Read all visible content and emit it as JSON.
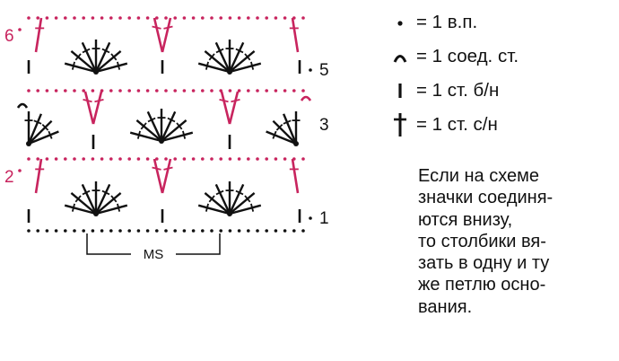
{
  "colors": {
    "pink": "#c8245e",
    "black": "#111111"
  },
  "diagram": {
    "row_labels": {
      "row1": "1",
      "row2": "2",
      "row3": "3",
      "row5": "5",
      "row6": "6"
    },
    "repeat_label": "MS"
  },
  "legend": [
    {
      "icon": "chain-stitch-dot-icon",
      "text": "= 1 в.п."
    },
    {
      "icon": "slip-stitch-arc-icon",
      "text": "= 1 соед. ст."
    },
    {
      "icon": "single-crochet-bar-icon",
      "text": "= 1 ст. б/н"
    },
    {
      "icon": "double-crochet-cross-icon",
      "text": "= 1 ст. с/н"
    }
  ],
  "note_lines": [
    "Если на схеме",
    "значки соединя-",
    "ются внизу,",
    "то столбики вя-",
    "зать в одну и ту",
    "же петлю осно-",
    "вания."
  ]
}
